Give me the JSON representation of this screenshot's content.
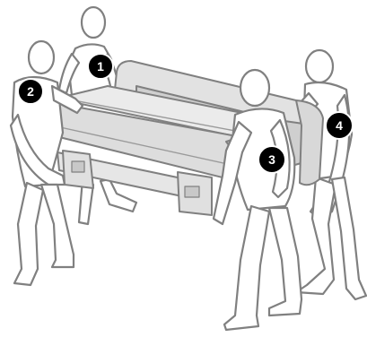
{
  "diagram": {
    "markers": [
      {
        "id": 1,
        "label": "1"
      },
      {
        "id": 2,
        "label": "2"
      },
      {
        "id": 3,
        "label": "3"
      },
      {
        "id": 4,
        "label": "4"
      }
    ],
    "colors": {
      "figure_fill": "#ffffff",
      "outline": "#808080",
      "printer_fill": "#e4e4e4",
      "printer_dark": "#b8b8b8",
      "marker_fill": "#000000",
      "marker_text": "#ffffff"
    }
  }
}
